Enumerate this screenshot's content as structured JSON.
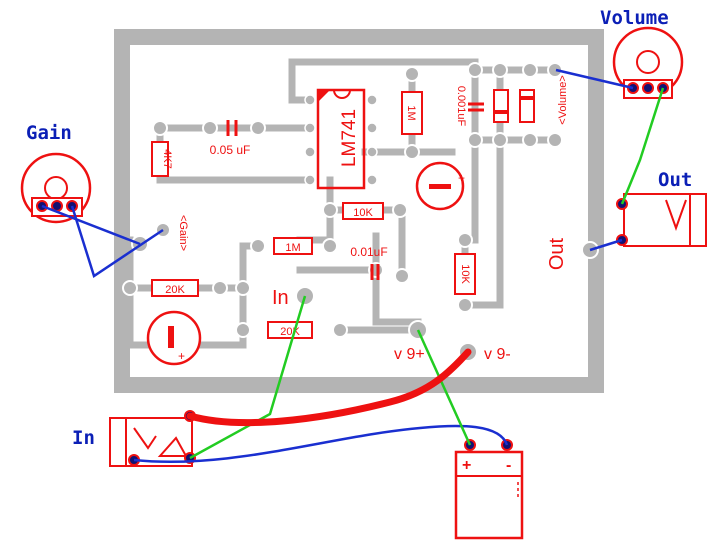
{
  "labels": {
    "volume": "Volume",
    "gain": "Gain",
    "out": "Out",
    "in": "In"
  },
  "board": {
    "ic": "LM741",
    "c1": "0.05 uF",
    "c2": "0.01uF",
    "c3": "0.001uF",
    "r_4k7": "4K7",
    "r_1m_vert": "1M",
    "r_1m_horiz": "1M",
    "r_10k_horiz": "10K",
    "r_10k_vert": "10K",
    "r_20k_a": "20K",
    "r_20k_b": "20K",
    "gain_pad": "<Gain>",
    "volume_pad": "<Volume>",
    "out_pad": "Out",
    "in_pad": "In",
    "v9_pos": "v 9+",
    "v9_neg": "v 9-"
  },
  "battery": {
    "plus": "+",
    "minus": "-"
  },
  "colors": {
    "board": "#b4b4b4",
    "component": "#ee1111",
    "wire_blue": "#1a2fd0",
    "wire_green": "#22cc22",
    "wire_red": "#ee1111",
    "label_blue": "#0b1fb6"
  }
}
